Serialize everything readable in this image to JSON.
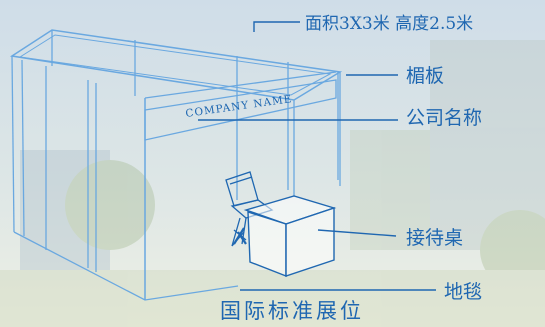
{
  "diagram": {
    "booth_name_text": "COMPANY NAME",
    "caption": "国际标准展位",
    "labels": {
      "area": "面积3X3米  高度2.5米",
      "fascia": "楣板",
      "company_name": "公司名称",
      "reception_desk": "接待桌",
      "carpet": "地毯"
    }
  },
  "colors": {
    "line": "#1f67b1",
    "booth_wire": "#6aa8e0",
    "background_top": "#c9d8e4",
    "background_bottom": "#e8ede0"
  },
  "icons": [
    "chair-icon",
    "reception-desk-icon"
  ]
}
